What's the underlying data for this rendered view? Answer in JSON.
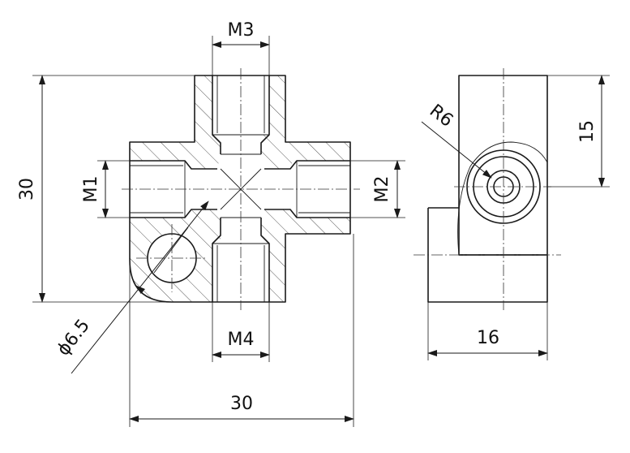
{
  "dimensions": {
    "thread_top": "M3",
    "thread_bottom": "M4",
    "thread_left": "M1",
    "thread_right": "M2",
    "height_front": "30",
    "width_front": "30",
    "hole_diameter": "ϕ6.5",
    "radius_side": "R6",
    "height_side": "15",
    "width_side": "16"
  },
  "colors": {
    "line": "#1a1a1a",
    "background": "#ffffff"
  }
}
